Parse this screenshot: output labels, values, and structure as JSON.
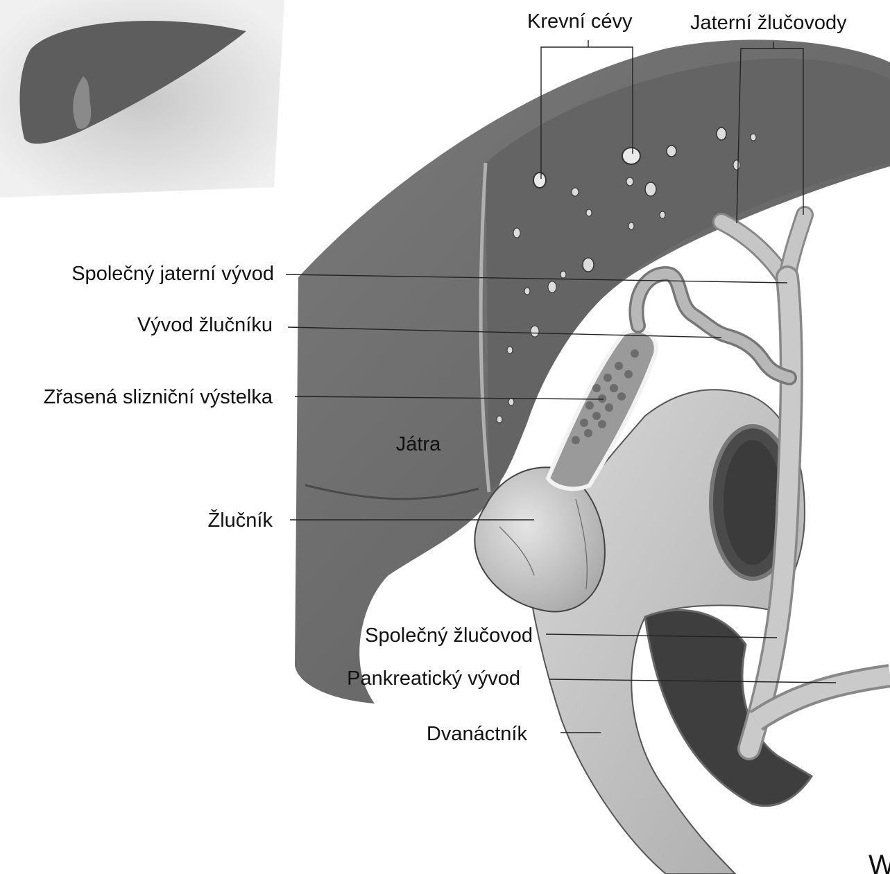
{
  "labels": {
    "krevni_cevy": "Krevní cévy",
    "jaterni_zlucovody": "Jaterní žlučovody",
    "spolecny_jaterni_vyvod": "Společný jaterní vývod",
    "vyvod_zlucniku": "Vývod žlučníku",
    "zrasena_vystelka": "Zřasená slizniční výstelka",
    "jatra": "Játra",
    "zlucnik": "Žlučník",
    "spolecny_zlucovod": "Společný žlučovod",
    "pankreaticky_vyvod": "Pankreatický vývod",
    "dvanactnik": "Dvanáctník",
    "corner_fragment": "W"
  },
  "colors": {
    "liver": "#6f6f6f",
    "liver_dark": "#5a5a5a",
    "liver_light": "#9a9a9a",
    "duct": "#b5b5b5",
    "duodenum": "#c9c9c9",
    "inset_bg": "#d4d4d4",
    "text": "#111111"
  }
}
